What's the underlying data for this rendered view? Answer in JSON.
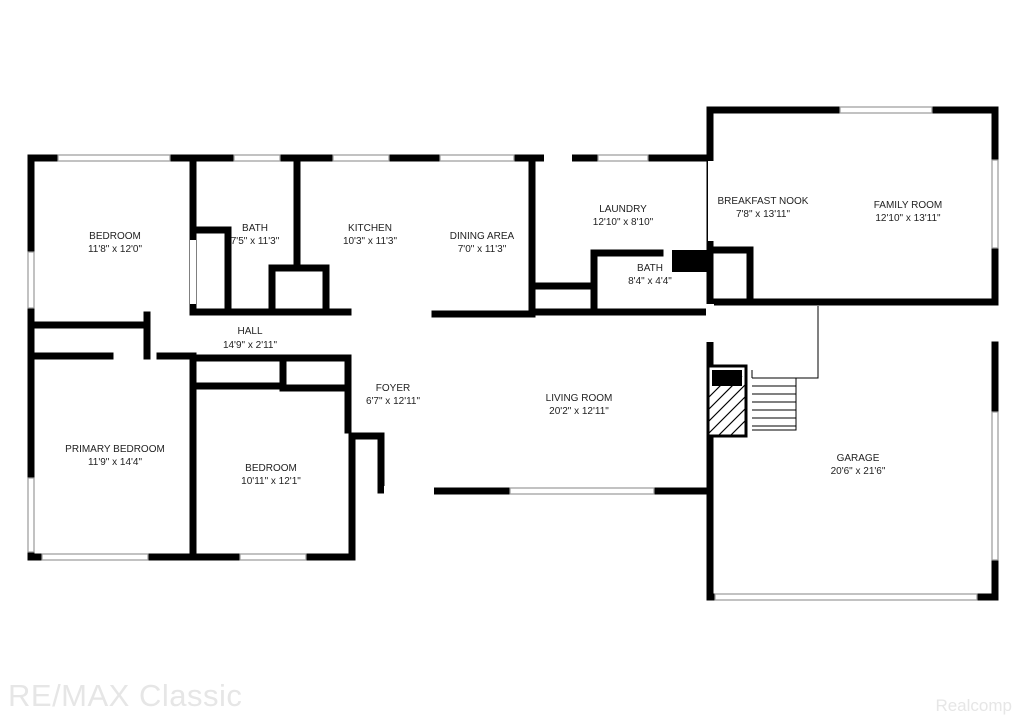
{
  "rooms": [
    {
      "id": "bedroom-1",
      "name": "BEDROOM",
      "dims": "11'8\" x 12'0\""
    },
    {
      "id": "bath-1",
      "name": "BATH",
      "dims": "7'5\" x 11'3\""
    },
    {
      "id": "kitchen",
      "name": "KITCHEN",
      "dims": "10'3\" x 11'3\""
    },
    {
      "id": "dining-area",
      "name": "DINING AREA",
      "dims": "7'0\" x 11'3\""
    },
    {
      "id": "laundry",
      "name": "LAUNDRY",
      "dims": "12'10\" x 8'10\""
    },
    {
      "id": "bath-2",
      "name": "BATH",
      "dims": "8'4\" x 4'4\""
    },
    {
      "id": "breakfast-nook",
      "name": "BREAKFAST NOOK",
      "dims": "7'8\" x 13'11\""
    },
    {
      "id": "family-room",
      "name": "FAMILY ROOM",
      "dims": "12'10\" x 13'11\""
    },
    {
      "id": "hall",
      "name": "HALL",
      "dims": "14'9\" x 2'11\""
    },
    {
      "id": "foyer",
      "name": "FOYER",
      "dims": "6'7\" x 12'11\""
    },
    {
      "id": "living-room",
      "name": "LIVING ROOM",
      "dims": "20'2\" x 12'11\""
    },
    {
      "id": "primary-bedroom",
      "name": "PRIMARY BEDROOM",
      "dims": "11'9\" x 14'4\""
    },
    {
      "id": "bedroom-2",
      "name": "BEDROOM",
      "dims": "10'11\" x 12'1\""
    },
    {
      "id": "garage",
      "name": "GARAGE",
      "dims": "20'6\" x 21'6\""
    }
  ],
  "branding": {
    "left": "RE/MAX Classic",
    "right": "Realcomp"
  },
  "colors": {
    "wall": "#000000",
    "window": "#bdbdbd",
    "watermark": "#e6e6e6",
    "background": "#ffffff"
  }
}
